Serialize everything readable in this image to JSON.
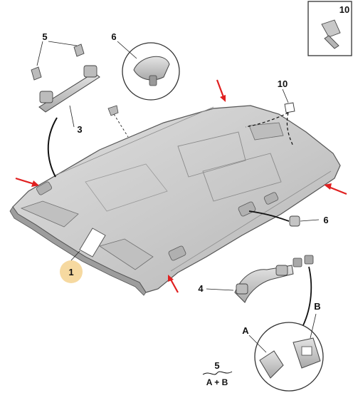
{
  "callouts": {
    "headliner": "1",
    "handle_front": "3",
    "handle_rear": "4",
    "clip_upper": "5",
    "sunvisor_clip": "6",
    "sunvisor_clip_lower": "6",
    "fastener": "10",
    "fastener_box": "10",
    "detail_a": "A",
    "detail_b": "B",
    "legend_number": "5",
    "legend_formula": "A + B"
  },
  "colors": {
    "arrow": "#e02020",
    "highlight_circle": "#f6d9a0",
    "part_fill": "#d2d2d2",
    "part_edge": "#5a5a5a"
  }
}
